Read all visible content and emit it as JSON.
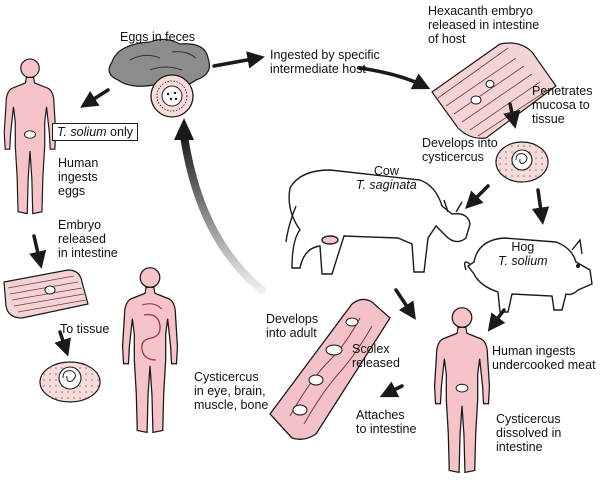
{
  "labels": {
    "eggs_in_feces": "Eggs in feces",
    "ingested_host": [
      "Ingested by specific",
      "intermediate host"
    ],
    "hexacanth": [
      "Hexacanth embryo",
      "released in intestine",
      "of host"
    ],
    "penetrates": [
      "Penetrates",
      "mucosa to",
      "tissue"
    ],
    "develops_cysticercus": [
      "Develops into",
      "cysticercus"
    ],
    "cow": "Cow",
    "cow_species": "T. saginata",
    "hog": "Hog",
    "hog_species": "T. solium",
    "t_solium_only_species": "T. solium",
    "t_solium_only_suffix": " only",
    "human_ingests_eggs": [
      "Human",
      "ingests",
      "eggs"
    ],
    "embryo_released": [
      "Embryo",
      "released",
      "in intestine"
    ],
    "to_tissue": "To tissue",
    "cysticercus_sites": [
      "Cysticercus",
      "in eye, brain,",
      "muscle, bone"
    ],
    "develops_adult": [
      "Develops",
      "into adult"
    ],
    "scolex": [
      "Scolex",
      "released"
    ],
    "attaches": [
      "Attaches",
      "to intestine"
    ],
    "human_meat": [
      "Human ingests",
      "undercooked meat"
    ],
    "dissolved": [
      "Cysticercus",
      "dissolved in",
      "intestine"
    ]
  },
  "colors": {
    "human_fill": "#f6c3c8",
    "outline": "#1a1a1a",
    "tissue_fill": "#f2d4d6",
    "feces_fill": "#8c8c8c",
    "cyst_fill": "#f7dcdc",
    "arrow": "#1a1a1a"
  },
  "icons": [
    "human-figure-icon",
    "feces-icon",
    "egg-icon",
    "cow-icon",
    "hog-icon",
    "tissue-icon",
    "cyst-icon",
    "intestine-icon",
    "arrow-icon"
  ]
}
